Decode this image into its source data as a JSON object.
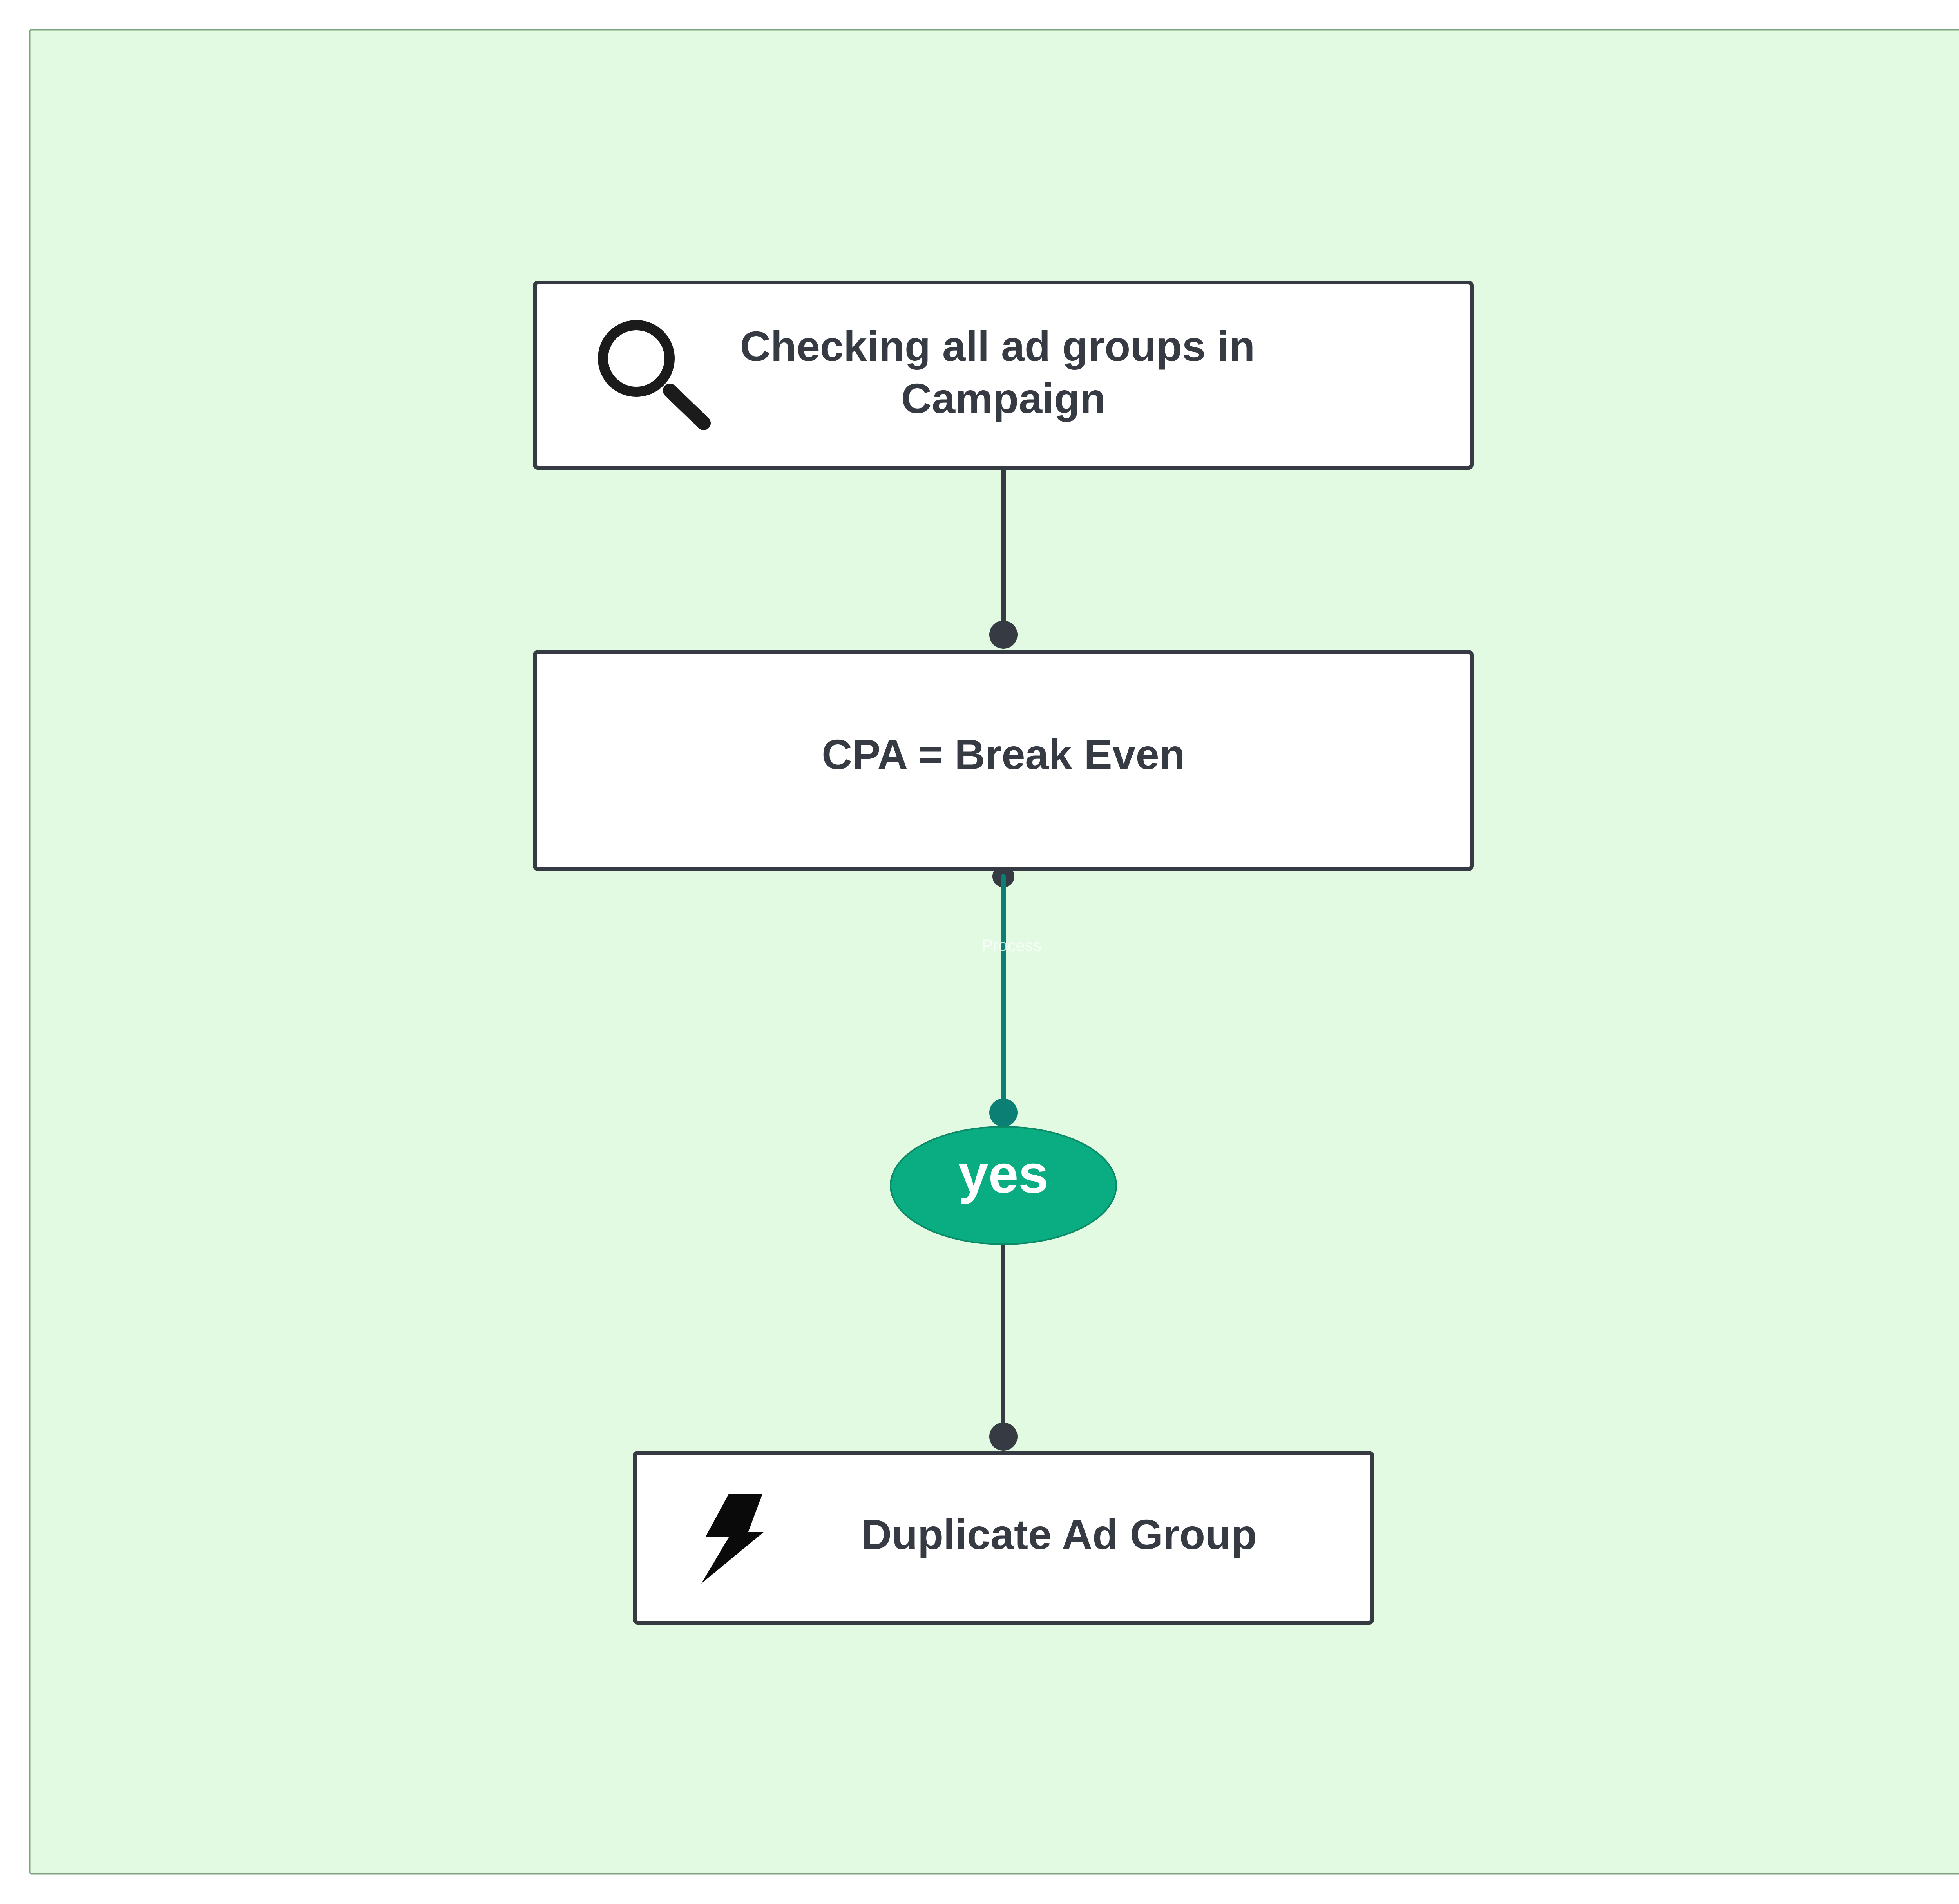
{
  "diagram": {
    "colors": {
      "background": "#e2f9e2",
      "frame_border": "#7fa27f",
      "box_fill": "#ffffff",
      "box_border": "#363a43",
      "text": "#363a43",
      "connector_dark": "#363a43",
      "connector_teal": "#0b7f74",
      "decision_fill": "#0aad82",
      "decision_text": "#ffffff"
    },
    "nodes": {
      "check": {
        "icon": "magnifier-icon",
        "line1": "Checking all ad groups in",
        "line2": "Campaign"
      },
      "condition": {
        "label": "CPA = Break Even"
      },
      "decision": {
        "label": "yes"
      },
      "action": {
        "icon": "lightning-bolt-icon",
        "label": "Duplicate Ad Group"
      }
    },
    "edges": {
      "condition_to_decision": {
        "label": "Process"
      }
    }
  }
}
